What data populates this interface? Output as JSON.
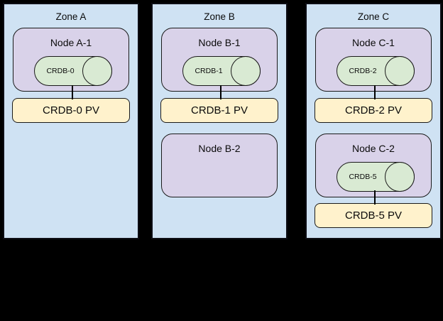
{
  "colors": {
    "background": "#000000",
    "zone_fill": "#cfe2f3",
    "node_fill": "#d9d2e9",
    "cylinder_fill": "#d9ead3",
    "pv_fill": "#fff2cc",
    "outline": "#000000"
  },
  "zones": [
    {
      "title": "Zone A",
      "nodes": [
        {
          "title": "Node A-1",
          "db": "CRDB-0",
          "pv": "CRDB-0 PV"
        }
      ]
    },
    {
      "title": "Zone B",
      "nodes": [
        {
          "title": "Node B-1",
          "db": "CRDB-1",
          "pv": "CRDB-1 PV"
        },
        {
          "title": "Node B-2"
        }
      ]
    },
    {
      "title": "Zone C",
      "nodes": [
        {
          "title": "Node C-1",
          "db": "CRDB-2",
          "pv": "CRDB-2 PV"
        },
        {
          "title": "Node C-2",
          "db": "CRDB-5",
          "pv": "CRDB-5 PV"
        }
      ]
    }
  ]
}
